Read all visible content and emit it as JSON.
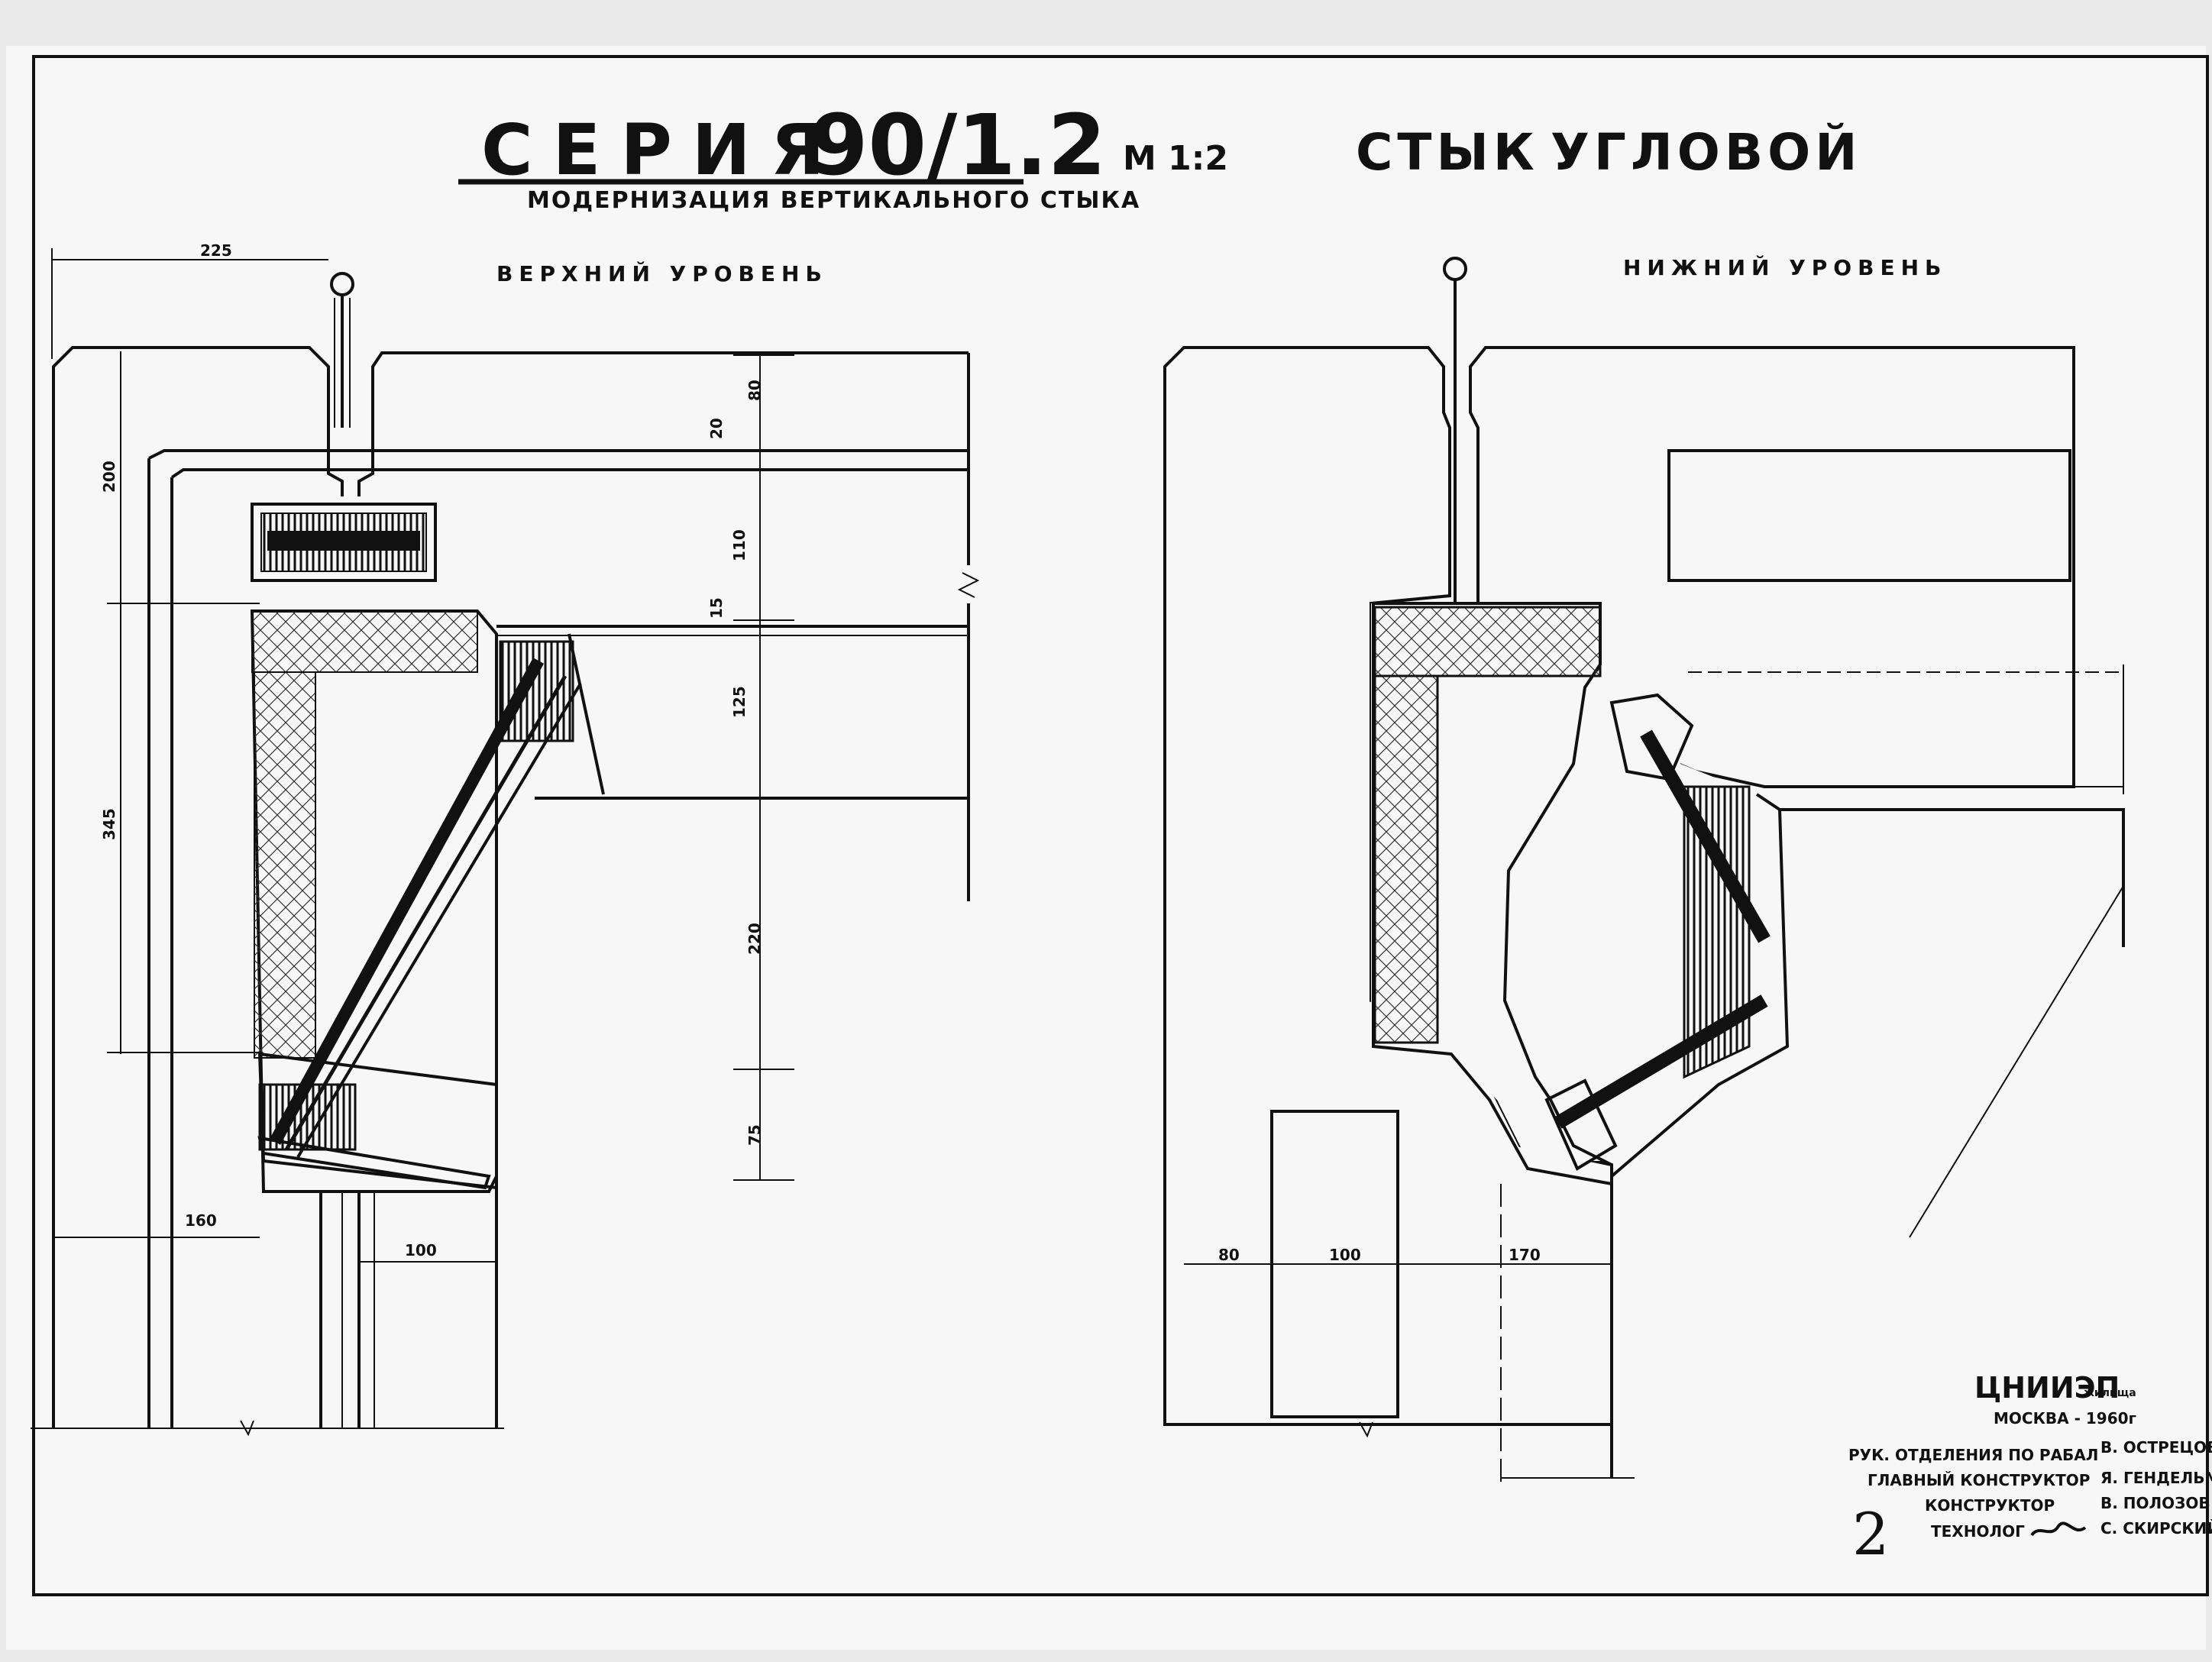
{
  "header": {
    "series_word": "СЕРИЯ",
    "series_number": "90/1.2",
    "subtitle": "МОДЕРНИЗАЦИЯ ВЕРТИКАЛЬНОГО СТЫКА",
    "scale": "М 1:2",
    "joint_word_1": "СТЫК",
    "joint_word_2": "УГЛОВОЙ"
  },
  "left_view": {
    "label": "ВЕРХНИЙ УРОВЕНЬ",
    "dims": {
      "top_width": "225",
      "d80": "80",
      "d20": "20",
      "d200": "200",
      "d110": "110",
      "d15": "15",
      "d125": "125",
      "d345": "345",
      "d220": "220",
      "d75": "75",
      "d160": "160",
      "d100": "100"
    }
  },
  "right_view": {
    "label": "НИЖНИЙ УРОВЕНЬ",
    "dims": {
      "d80": "80",
      "d100": "100",
      "d170": "170"
    }
  },
  "stamp": {
    "organization": "ЦНИИЭП",
    "org_suffix": "жилища",
    "city_year": "МОСКВА - 1960г",
    "rows": [
      {
        "role": "РУК. ОТДЕЛЕНИЯ ПО РАБАЛ",
        "name": "В. ОСТРЕЦОВ"
      },
      {
        "role": "ГЛАВНЫЙ КОНСТРУКТОР",
        "name": "Я. ГЕНДЕЛЬМАН"
      },
      {
        "role": "КОНСТРУКТОР",
        "name": "В. ПОЛОЗОВ"
      },
      {
        "role": "ТЕХНОЛОГ",
        "name": "С. СКИРСКИЙ"
      }
    ],
    "sheet_number": "2"
  }
}
